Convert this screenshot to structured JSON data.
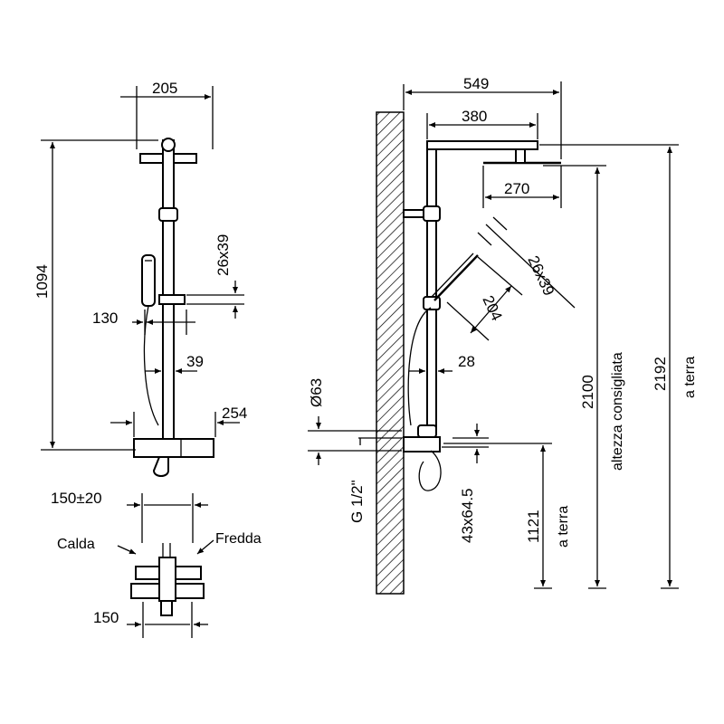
{
  "front_view": {
    "top_width": "205",
    "total_height": "1094",
    "slider_size": "26x39",
    "handshower_offset": "130",
    "bar_gap": "39",
    "mixer_width": "254"
  },
  "top_view": {
    "spacing_tolerance": "150±20",
    "hot_label": "Calda",
    "cold_label": "Fredda",
    "spacing": "150"
  },
  "side_view": {
    "arm_reach": "549",
    "head_diameter": "380",
    "head_offset": "270",
    "slider_size": "26x39",
    "handshower_length": "204",
    "bar_gap": "28",
    "inlet_diameter": "Ø63",
    "thread": "G 1/2\"",
    "inlet_size": "43x64.5",
    "mixer_height": "1121",
    "mixer_height_note": "a terra",
    "recommended_height": "2100",
    "recommended_note": "altezza consigliata",
    "total_height": "2192",
    "total_height_note": "a terra"
  }
}
